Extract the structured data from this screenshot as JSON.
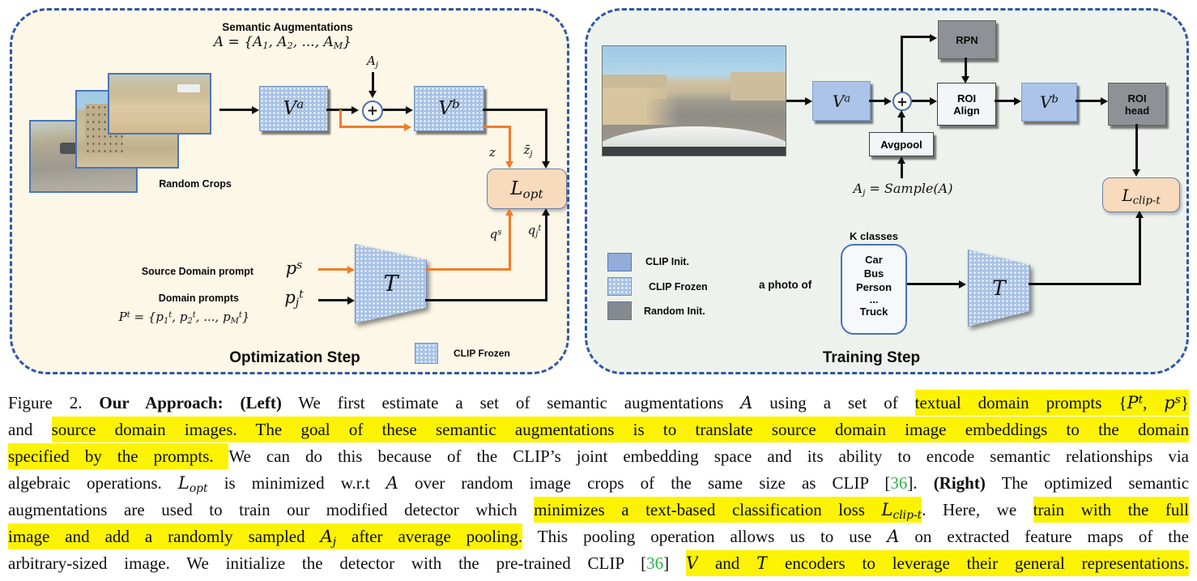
{
  "left_panel": {
    "title": "Optimization Step",
    "semantic_aug_title": "Semantic Augmentations",
    "aug_set_formula": [
      {
        "t": "A",
        "m": 1
      },
      {
        "t": " = {"
      },
      {
        "t": "A",
        "m": 1,
        "sub": "1"
      },
      {
        "t": ", "
      },
      {
        "t": "A",
        "m": 1,
        "sub": "2"
      },
      {
        "t": ", ..., "
      },
      {
        "t": "A",
        "m": 1,
        "sub": "M"
      },
      {
        "t": "}"
      }
    ],
    "aj_label": [
      {
        "t": "A",
        "m": 1,
        "sub": "j"
      }
    ],
    "random_crops": "Random Crops",
    "va_label": [
      {
        "t": "V",
        "m": 1,
        "sup": "a"
      }
    ],
    "vb_label": [
      {
        "t": "V",
        "m": 1,
        "sup": "b"
      }
    ],
    "plus": "+",
    "z_label": [
      {
        "t": "z",
        "m": 1
      }
    ],
    "zbar_label": [
      {
        "t": "z̄",
        "m": 1,
        "sub": "j"
      }
    ],
    "l_opt_label": [
      {
        "t": "L",
        "m": 1,
        "sub": "opt"
      }
    ],
    "q_s_label": [
      {
        "t": "q",
        "m": 1,
        "sup": "s"
      }
    ],
    "q_j_t_label": [
      {
        "t": "q",
        "m": 1,
        "sub": "j",
        "sup": "t"
      }
    ],
    "source_prompt_label": "Source Domain prompt",
    "p_s_label": [
      {
        "t": "p",
        "m": 1,
        "sup": "s"
      }
    ],
    "domain_prompts_label": "Domain prompts",
    "p_j_t_label": [
      {
        "t": "p",
        "m": 1,
        "sub": "j",
        "sup": "t"
      }
    ],
    "prompt_set_formula": [
      {
        "t": "P",
        "m": 1,
        "sup": "t"
      },
      {
        "t": " = {"
      },
      {
        "t": "p",
        "m": 1,
        "sub": "1",
        "sup": "t"
      },
      {
        "t": ", "
      },
      {
        "t": "p",
        "m": 1,
        "sub": "2",
        "sup": "t"
      },
      {
        "t": ", ..., "
      },
      {
        "t": "p",
        "m": 1,
        "sub": "M",
        "sup": "t"
      },
      {
        "t": "}"
      }
    ],
    "t_label": [
      {
        "t": "T",
        "m": 1
      }
    ],
    "legend_frozen": "CLIP Frozen"
  },
  "right_panel": {
    "title": "Training Step",
    "va_label": [
      {
        "t": "V",
        "m": 1,
        "sup": "a"
      }
    ],
    "vb_label": [
      {
        "t": "V",
        "m": 1,
        "sup": "b"
      }
    ],
    "plus": "+",
    "rpn": "RPN",
    "roi_align": "ROI Align",
    "roi_head": "ROI head",
    "avgpool": "Avgpool",
    "sample_formula": [
      {
        "t": "A",
        "m": 1,
        "sub": "j"
      },
      {
        "t": " = "
      },
      {
        "t": "Sample",
        "m": 1
      },
      {
        "t": "("
      },
      {
        "t": "A",
        "m": 1
      },
      {
        "t": ")"
      }
    ],
    "l_clip_t_label": [
      {
        "t": "L",
        "m": 1,
        "sub": "clip-t"
      }
    ],
    "t_label": [
      {
        "t": "T",
        "m": 1
      }
    ],
    "k_classes_label": "K classes",
    "classes": [
      "Car",
      "Bus",
      "Person",
      "...",
      "Truck"
    ],
    "a_photo_of": "a photo of",
    "legend": {
      "clip_init": "CLIP Init.",
      "clip_frozen": "CLIP Frozen",
      "random_init": "Random Init."
    }
  },
  "colors": {
    "left_bg": "#fcf7e7",
    "right_bg": "#edf3ec",
    "border_blue": "#3056a7",
    "clip_blue": "#abc4e8",
    "random_gray": "#8e9296",
    "loss_peach": "#f8dabd",
    "orange": "#f07c2a",
    "highlight_yellow": "#fcf303",
    "cite_green": "#29b14b"
  },
  "caption": {
    "lines": [
      [
        {
          "t": "Figure 2.  "
        },
        {
          "t": "Our Approach:  (Left)",
          "b": 1
        },
        {
          "t": " We first estimate a set of semantic augmentations "
        },
        {
          "t": "A",
          "m": 1
        },
        {
          "t": " using a set of "
        },
        {
          "t": "textual domain prompts ",
          "h": 1
        },
        {
          "t": "{",
          "h": 1
        },
        {
          "t": "P",
          "h": 1,
          "m": 1,
          "sup": "t"
        },
        {
          "t": ", ",
          "h": 1
        },
        {
          "t": "p",
          "h": 1,
          "m": 1,
          "sup": "s"
        },
        {
          "t": "}",
          "h": 1
        }
      ],
      [
        {
          "t": "and "
        },
        {
          "t": "source domain images. ",
          "h": 1
        },
        {
          "t": " "
        },
        {
          "t": "The goal of these semantic augmentations is to translate source domain image embeddings to the domain",
          "h": 1
        }
      ],
      [
        {
          "t": "specified by the prompts. ",
          "h": 1
        },
        {
          "t": "We can do this because of the CLIP’s joint embedding space and its ability to encode semantic relationships via"
        }
      ],
      [
        {
          "t": "algebraic operations. "
        },
        {
          "t": "L",
          "m": 1,
          "sub": "opt"
        },
        {
          "t": " is minimized w.r.t "
        },
        {
          "t": "A",
          "m": 1
        },
        {
          "t": " over random image crops of the same size as CLIP ["
        },
        {
          "t": "36",
          "g": 1
        },
        {
          "t": "]. "
        },
        {
          "t": "(Right)",
          "b": 1
        },
        {
          "t": " The optimized semantic"
        }
      ],
      [
        {
          "t": "augmentations are used to train our modified detector which "
        },
        {
          "t": "minimizes a text-based classification loss ",
          "h": 1
        },
        {
          "t": "L",
          "h": 1,
          "m": 1,
          "sub": "clip-t"
        },
        {
          "t": ". Here, we "
        },
        {
          "t": "train with the full",
          "h": 1
        }
      ],
      [
        {
          "t": "image and add a randomly sampled ",
          "h": 1
        },
        {
          "t": "A",
          "h": 1,
          "m": 1,
          "sub": "j"
        },
        {
          "t": " after average pooling.",
          "h": 1
        },
        {
          "t": " This pooling operation allows us to use "
        },
        {
          "t": "A",
          "m": 1
        },
        {
          "t": " on extracted feature maps of the"
        }
      ],
      [
        {
          "t": "arbitrary-sized image. We initialize the detector with the pre-trained CLIP ["
        },
        {
          "t": "36",
          "g": 1
        },
        {
          "t": "] "
        },
        {
          "t": "V",
          "h": 1,
          "m": 1
        },
        {
          "t": " and ",
          "h": 1
        },
        {
          "t": "T",
          "h": 1,
          "m": 1
        },
        {
          "t": " encoders to leverage their general representations.",
          "h": 1
        }
      ]
    ]
  }
}
